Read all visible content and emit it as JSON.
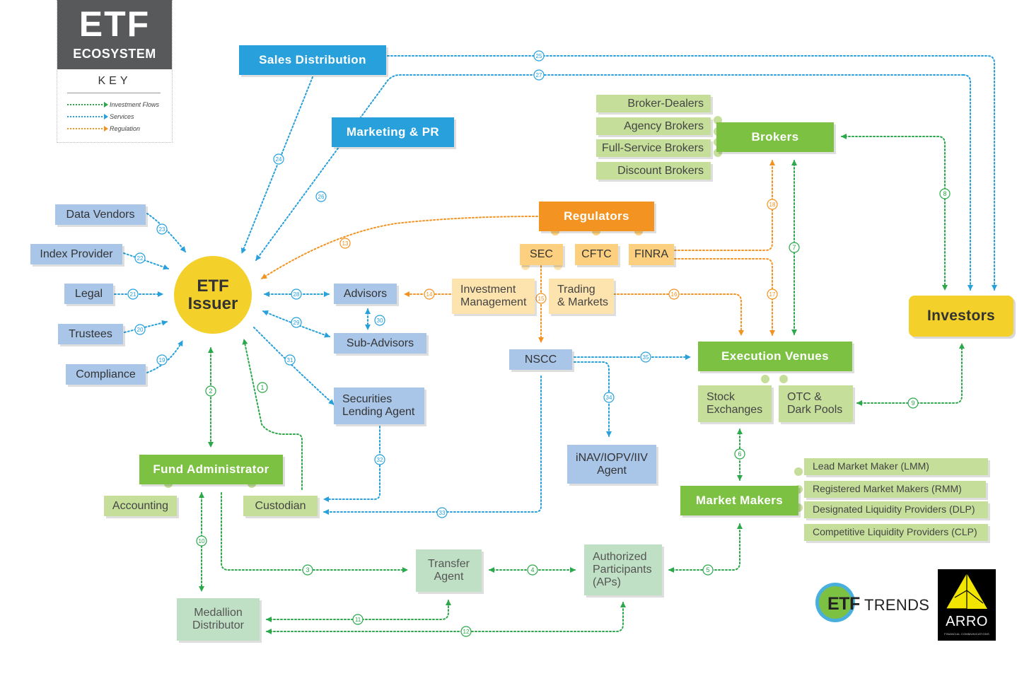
{
  "key": {
    "title": "ETF",
    "subtitle": "ECOSYSTEM",
    "label": "KEY",
    "legend": [
      {
        "label": "Investment Flows",
        "color": "#2aa84a"
      },
      {
        "label": "Services",
        "color": "#27a0dc"
      },
      {
        "label": "Regulation",
        "color": "#f39321"
      }
    ]
  },
  "colors": {
    "investment": "#2aa84a",
    "services": "#27a0dc",
    "regulation": "#f39321"
  },
  "nodes": {
    "sales_distribution": "Sales Distribution",
    "marketing_pr": "Marketing & PR",
    "broker_dealers": "Broker-Dealers",
    "agency_brokers": "Agency Brokers",
    "full_service_brokers": "Full-Service Brokers",
    "discount_brokers": "Discount Brokers",
    "brokers": "Brokers",
    "regulators": "Regulators",
    "sec": "SEC",
    "cftc": "CFTC",
    "finra": "FINRA",
    "investment_management": "Investment\nManagement",
    "trading_markets": "Trading\n& Markets",
    "data_vendors": "Data Vendors",
    "index_provider": "Index Provider",
    "legal": "Legal",
    "trustees": "Trustees",
    "compliance": "Compliance",
    "etf_issuer": "ETF\nIssuer",
    "advisors": "Advisors",
    "sub_advisors": "Sub-Advisors",
    "securities_lending_agent": "Securities\nLending Agent",
    "nscc": "NSCC",
    "execution_venues": "Execution Venues",
    "stock_exchanges": "Stock\nExchanges",
    "otc_dark_pools": "OTC &\nDark Pools",
    "investors": "Investors",
    "inav_agent": "iNAV/IOPV/IIV\nAgent",
    "fund_administrator": "Fund Administrator",
    "accounting": "Accounting",
    "custodian": "Custodian",
    "market_makers": "Market Makers",
    "lmm": "Lead Market Maker (LMM)",
    "rmm": "Registered Market Makers (RMM)",
    "dlp": "Designated Liquidity Providers (DLP)",
    "clp": "Competitive Liquidity Providers (CLP)",
    "transfer_agent": "Transfer\nAgent",
    "authorized_participants": "Authorized\nParticipants\n(APs)",
    "medallion_distributor": "Medallion\nDistributor"
  },
  "flows": [
    {
      "id": "1",
      "type": "investment"
    },
    {
      "id": "2",
      "type": "investment"
    },
    {
      "id": "3",
      "type": "investment"
    },
    {
      "id": "4",
      "type": "investment"
    },
    {
      "id": "5",
      "type": "investment"
    },
    {
      "id": "6",
      "type": "investment"
    },
    {
      "id": "7",
      "type": "investment"
    },
    {
      "id": "8",
      "type": "investment"
    },
    {
      "id": "9",
      "type": "investment"
    },
    {
      "id": "10",
      "type": "investment"
    },
    {
      "id": "11",
      "type": "investment"
    },
    {
      "id": "12",
      "type": "investment"
    },
    {
      "id": "13",
      "type": "regulation"
    },
    {
      "id": "14",
      "type": "regulation"
    },
    {
      "id": "15",
      "type": "regulation"
    },
    {
      "id": "16",
      "type": "regulation"
    },
    {
      "id": "17",
      "type": "regulation"
    },
    {
      "id": "18",
      "type": "regulation"
    },
    {
      "id": "19",
      "type": "services"
    },
    {
      "id": "20",
      "type": "services"
    },
    {
      "id": "21",
      "type": "services"
    },
    {
      "id": "22",
      "type": "services"
    },
    {
      "id": "23",
      "type": "services"
    },
    {
      "id": "24",
      "type": "services"
    },
    {
      "id": "25",
      "type": "services"
    },
    {
      "id": "26",
      "type": "services"
    },
    {
      "id": "27",
      "type": "services"
    },
    {
      "id": "28",
      "type": "services"
    },
    {
      "id": "29",
      "type": "services"
    },
    {
      "id": "30",
      "type": "services"
    },
    {
      "id": "31",
      "type": "services"
    },
    {
      "id": "32",
      "type": "services"
    },
    {
      "id": "33",
      "type": "services"
    },
    {
      "id": "34",
      "type": "services"
    },
    {
      "id": "35",
      "type": "services"
    }
  ],
  "logos": {
    "etftrends_etf": "ETF",
    "etftrends_trends": "TRENDS",
    "arro_name": "ARRO",
    "arro_sub": "FINANCIAL COMMUNICATIONS"
  }
}
